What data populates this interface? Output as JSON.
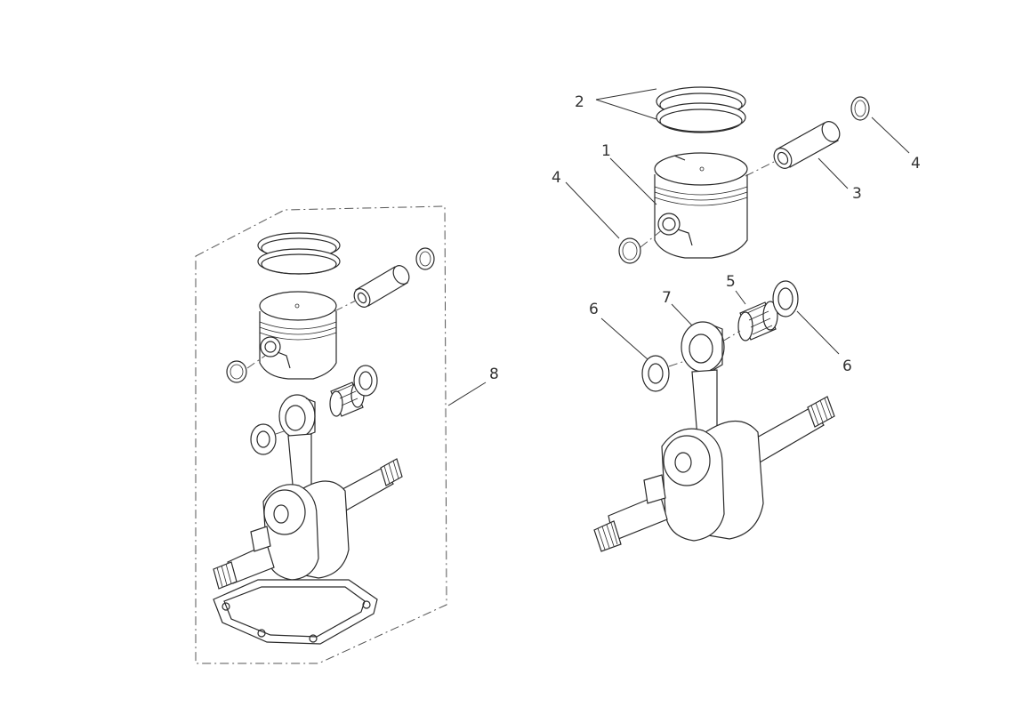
{
  "callouts": {
    "c1": "1",
    "c2": "2",
    "c3": "3",
    "c4_left": "4",
    "c4_right": "4",
    "c5": "5",
    "c6_left": "6",
    "c6_right": "6",
    "c7": "7",
    "c8": "8"
  },
  "colors": {
    "line": "#2a2a2a",
    "background": "#ffffff"
  }
}
